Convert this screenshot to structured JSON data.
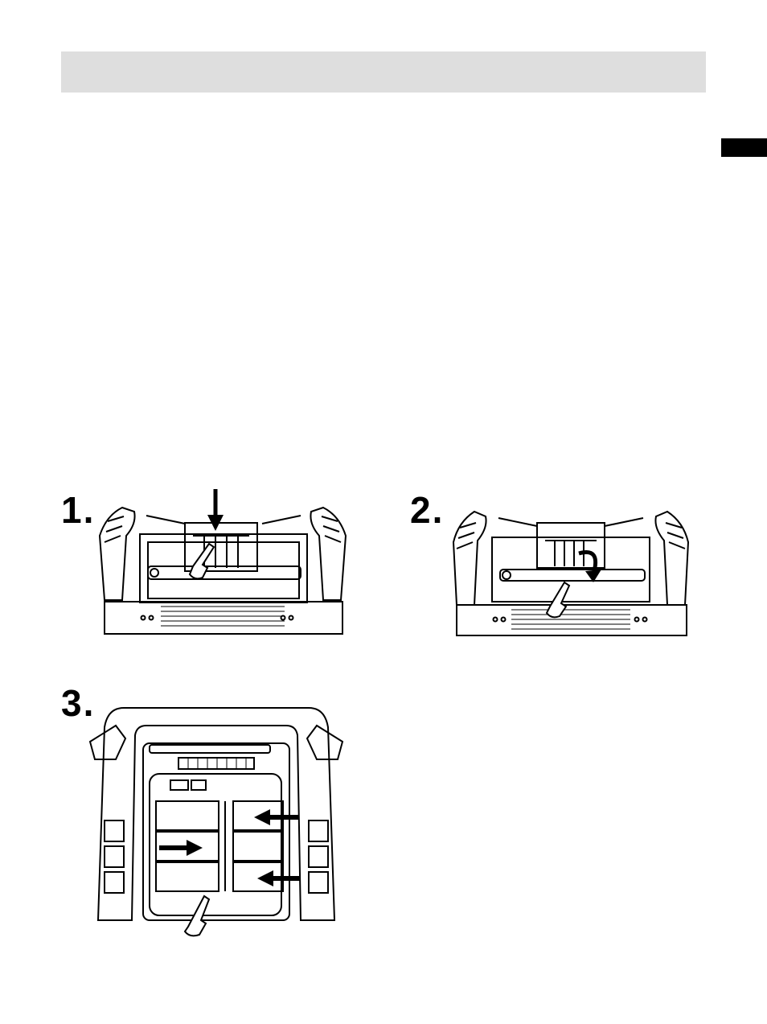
{
  "steps": [
    {
      "number": "1."
    },
    {
      "number": "2."
    },
    {
      "number": "3."
    }
  ],
  "figures": [
    {
      "icon": "radio-front-press-latch"
    },
    {
      "icon": "radio-front-lift-cover"
    },
    {
      "icon": "radio-back-battery-compartment"
    }
  ],
  "colors": {
    "header_bar": "#dedede",
    "edge_tab": "#000000",
    "line_art": "#000000"
  }
}
